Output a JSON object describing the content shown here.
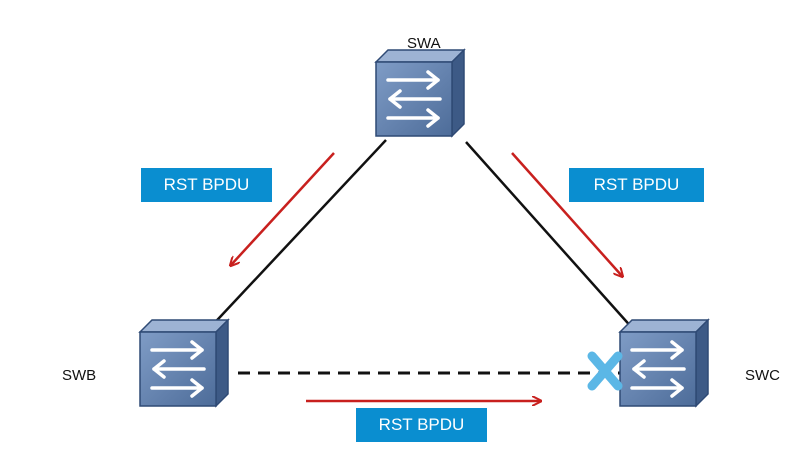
{
  "nodes": {
    "swa": {
      "label": "SWA"
    },
    "swb": {
      "label": "SWB"
    },
    "swc": {
      "label": "SWC"
    }
  },
  "messages": {
    "left": "RST BPDU",
    "right": "RST BPDU",
    "bottom": "RST BPDU"
  },
  "links": [
    {
      "from": "SWA",
      "to": "SWB",
      "style": "solid",
      "status": "forwarding"
    },
    {
      "from": "SWA",
      "to": "SWC",
      "style": "solid",
      "status": "forwarding"
    },
    {
      "from": "SWB",
      "to": "SWC",
      "style": "dashed",
      "status": "blocked-at-SWC"
    }
  ],
  "colors": {
    "link": "#111111",
    "arrow": "#c8201e",
    "bpdu_box": "#0a8ed0",
    "switch_front": "#5d7ca8",
    "switch_top": "#8aa3c8",
    "switch_side": "#3d5a86",
    "block_mark": "#5bb7e6"
  }
}
